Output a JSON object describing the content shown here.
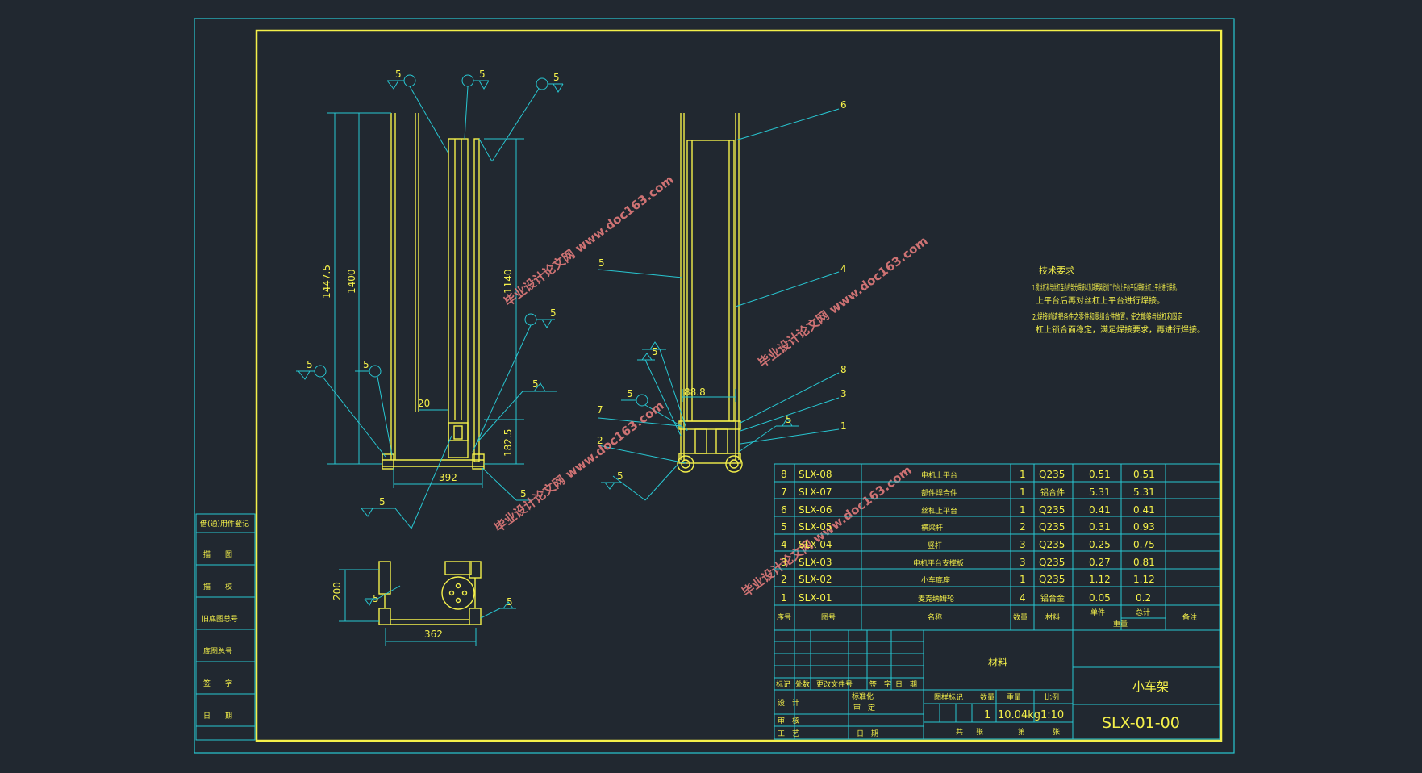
{
  "drawing": {
    "tech": {
      "title": "技术要求",
      "line1a": "1.搅丝杠和与丝杠连合的部分焊接以及其要装配前工作台上平台平后焊接丝杠上平台进行焊接。",
      "line1b": "上平台后再对丝杠上平台进行焊接。",
      "line2a": "2.焊接前请把各件之零件和零组合件放置，使之能够与丝杠和固定",
      "line2b": "杠上锁合面稳定，满足焊接要求，再进行焊接。"
    },
    "dims": {
      "h1447": "1447.5",
      "h1400": "1400",
      "h1140": "1140",
      "h182": "182.5",
      "w20": "20",
      "w392": "392",
      "w88": "88.8",
      "h200": "200",
      "w362": "362",
      "weld": "5"
    },
    "leaders": [
      "6",
      "5",
      "4",
      "8",
      "3",
      "1",
      "7",
      "2"
    ],
    "watermark": "毕业设计论文网 www.doc163.com",
    "side_labels": [
      "借(通)用件登记",
      "描　　图",
      "描　　校",
      "旧底图总号",
      "底图总号",
      "签　　字",
      "日　　期"
    ]
  },
  "bom": {
    "rows": [
      {
        "no": "8",
        "code": "SLX-08",
        "name": "电机上平台",
        "qty": "1",
        "mat": "Q235",
        "unit": "0.51",
        "total": "0.51"
      },
      {
        "no": "7",
        "code": "SLX-07",
        "name": "部件焊合件",
        "qty": "1",
        "mat": "铝合件",
        "unit": "5.31",
        "total": "5.31"
      },
      {
        "no": "6",
        "code": "SLX-06",
        "name": "丝杠上平台",
        "qty": "1",
        "mat": "Q235",
        "unit": "0.41",
        "total": "0.41"
      },
      {
        "no": "5",
        "code": "SLX-05",
        "name": "横梁杆",
        "qty": "2",
        "mat": "Q235",
        "unit": "0.31",
        "total": "0.93"
      },
      {
        "no": "4",
        "code": "SLX-04",
        "name": "竖杆",
        "qty": "3",
        "mat": "Q235",
        "unit": "0.25",
        "total": "0.75"
      },
      {
        "no": "3",
        "code": "SLX-03",
        "name": "电机平台支撑板",
        "qty": "3",
        "mat": "Q235",
        "unit": "0.27",
        "total": "0.81"
      },
      {
        "no": "2",
        "code": "SLX-02",
        "name": "小车底座",
        "qty": "1",
        "mat": "Q235",
        "unit": "1.12",
        "total": "1.12"
      },
      {
        "no": "1",
        "code": "SLX-01",
        "name": "麦克纳姆轮",
        "qty": "4",
        "mat": "铝合金",
        "unit": "0.05",
        "total": "0.2"
      }
    ],
    "header": {
      "no": "序号",
      "code": "图号",
      "name": "名称",
      "qty": "数量",
      "mat": "材料",
      "unit": "单件",
      "total": "总计",
      "weight": "重量",
      "note": "备注"
    }
  },
  "title_block": {
    "material_label": "材料",
    "part_name": "小车架",
    "drawing_no": "SLX-01-00",
    "qty": "1",
    "mass": "10.04kg",
    "scale": "1:10",
    "rev_labels": [
      "标记",
      "处数",
      "更改文件号",
      "签　字",
      "日　期"
    ],
    "left_labels": [
      "设　计",
      "审　核",
      "工　艺"
    ],
    "mid_labels": [
      "标准化",
      "审　定",
      "日　期"
    ],
    "stage_labels": [
      "图样标记",
      "数量",
      "重量",
      "比例"
    ],
    "sheet_labels": [
      "共",
      "张",
      "第",
      "张"
    ]
  }
}
